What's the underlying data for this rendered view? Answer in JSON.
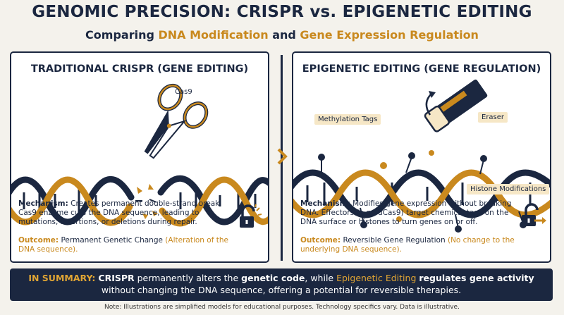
{
  "header": {
    "title": "GENOMIC PRECISION: CRISPR vs. EPIGENETIC EDITING",
    "subtitle_pre": "Comparing ",
    "subtitle_hl1": "DNA Modification",
    "subtitle_mid": " and ",
    "subtitle_hl2": "Gene Expression Regulation"
  },
  "left": {
    "title": "TRADITIONAL CRISPR (GENE EDITING)",
    "cas9_label": "Cas9",
    "mechanism_label": "Mechanism:",
    "mechanism_text": " Creates permanent double-strand break. Cas9 enzyme cuts the DNA sequence, leading to mutations, insertions, or deletions during repair.",
    "outcome_label": "Outcome:",
    "outcome_text": " Permanent Genetic Change ",
    "outcome_paren": "(Alteration of the DNA sequence)."
  },
  "right": {
    "title": "EPIGENETIC EDITING (GENE REGULATION)",
    "methylation_label": "Methylation Tags",
    "eraser_label": "Eraser",
    "histone_label": "Histone Modifications",
    "mechanism_label": "Mechanism:",
    "mechanism_text": " Modifies gene expression without breaking DNA. Effectors (e.g., dCas9) target chemical tags on the DNA surface or histones to turn genes on or off.",
    "outcome_label": "Outcome:",
    "outcome_text": " Reversible Gene Regulation ",
    "outcome_paren": "(No change to the underlying DNA sequence)."
  },
  "summary": {
    "label": "IN SUMMARY:",
    "p1": " ",
    "crispr": "CRISPR",
    "p2": " permanently alters the ",
    "genetic_code": "genetic code",
    "p3": ", while ",
    "epi": "Epigenetic Editing",
    "p4": " ",
    "regulates": "regulates gene activity",
    "p5": " without changing the DNA sequence, offering a potential for reversible therapies."
  },
  "footnote": "Note: Illustrations are simplified models for educational purposes. Technology specifics vary. Data is illustrative.",
  "colors": {
    "navy": "#1b2740",
    "gold": "#c9891e",
    "cream": "#f6e7c6"
  },
  "icons": [
    "scissors-icon",
    "unlocked-padlock-icon",
    "eraser-icon",
    "unlock-arrow-icon",
    "chevron-right-icon"
  ]
}
